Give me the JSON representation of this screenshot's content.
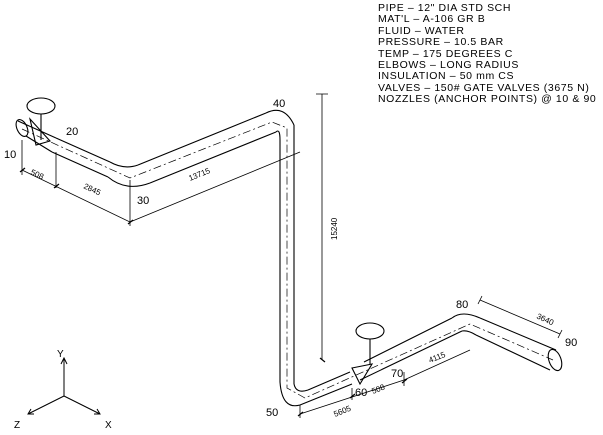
{
  "notes": [
    "PIPE – 12\" DIA STD SCH",
    "MAT'L – A-106 GR B",
    "FLUID – WATER",
    "PRESSURE – 10.5 BAR",
    "TEMP – 175 DEGREES C",
    "ELBOWS – LONG RADIUS",
    "INSULATION – 50 mm CS",
    "VALVES – 150# GATE VALVES (3675 N)",
    "NOZZLES (ANCHOR POINTS) @ 10 & 90"
  ],
  "nodes": {
    "n10": "10",
    "n20": "20",
    "n30": "30",
    "n40": "40",
    "n50": "50",
    "n60": "60",
    "n70": "70",
    "n80": "80",
    "n90": "90"
  },
  "dimensions": {
    "d508_top": "508",
    "d2845": "2845",
    "d13715": "13715",
    "d15240": "15240",
    "d5605": "5605",
    "d508_bottom": "508",
    "d4115": "4115",
    "d3640": "3640"
  },
  "axes": {
    "y": "Y",
    "z": "Z",
    "x": "X"
  },
  "colors": {
    "line": "#000000",
    "background": "#ffffff"
  }
}
